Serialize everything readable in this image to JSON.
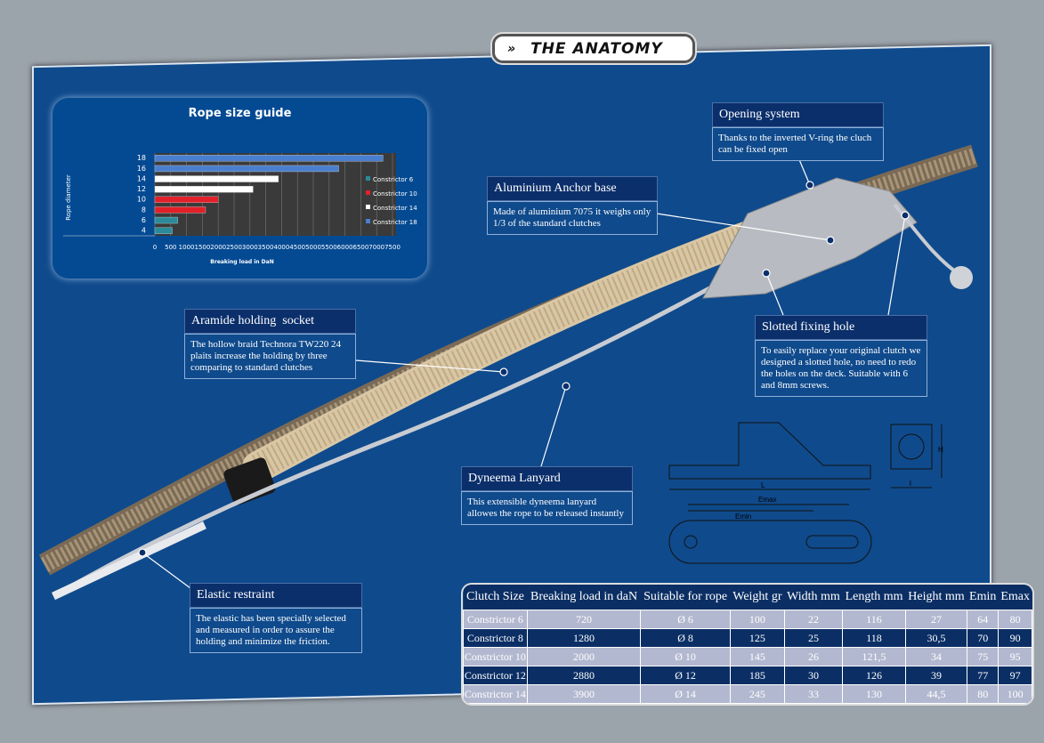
{
  "title": "THE ANATOMY",
  "title_icon": "double-chevron-right",
  "chart_data": {
    "type": "bar",
    "orientation": "horizontal",
    "title": "Rope size guide",
    "xlabel": "Breaking load in DaN",
    "ylabel": "Rope diameter",
    "categories": [
      "4",
      "6",
      "8",
      "10",
      "12",
      "14",
      "16",
      "18"
    ],
    "values": [
      550,
      720,
      1600,
      2000,
      3100,
      3900,
      5800,
      7200
    ],
    "series_by_category": [
      "Constrictor 6",
      "Constrictor 6",
      "Constrictor 10",
      "Constrictor 10",
      "Constrictor 14",
      "Constrictor 14",
      "Constrictor 18",
      "Constrictor 18"
    ],
    "legend": [
      {
        "name": "Constrictor 6",
        "color": "#2a8a9a"
      },
      {
        "name": "Constrictor 10",
        "color": "#e3202a"
      },
      {
        "name": "Constrictor 14",
        "color": "#ffffff"
      },
      {
        "name": "Constrictor 18",
        "color": "#4a7fcf"
      }
    ],
    "xticks": [
      "0",
      "500",
      "1000",
      "1500",
      "2000",
      "2500",
      "3000",
      "3500",
      "4000",
      "4500",
      "5000",
      "5500",
      "6000",
      "6500",
      "7000",
      "7500"
    ],
    "xlim": [
      0,
      7500
    ],
    "grid": true,
    "legend_position": "right"
  },
  "callouts": {
    "opening": {
      "title": "Opening system",
      "text": "Thanks to the inverted V-ring the cluch can be fixed open"
    },
    "anchor": {
      "title": "Aluminium Anchor base",
      "text": "Made of aluminium 7075 it weighs only 1/3 of the standard clutches"
    },
    "aramide": {
      "title": "Aramide holding  socket",
      "text": "The hollow braid Technora TW220 24 plaits increase the holding by three comparing to standard clutches"
    },
    "slotted": {
      "title": "Slotted fixing hole",
      "text": "To easily replace your original clutch we designed a slotted hole, no need to redo the holes on the deck. Suitable with 6 and 8mm screws."
    },
    "dyneema": {
      "title": "Dyneema Lanyard",
      "text": "This extensible dyneema lanyard allowes the rope to be released instantly"
    },
    "elastic": {
      "title": "Elastic restraint",
      "text": "The elastic has been specially selected and measured in order to assure the holding and minimize the friction."
    }
  },
  "drawing": {
    "L": "L",
    "Emax": "Emax",
    "Emin": "Emin",
    "H": "H",
    "l": "l"
  },
  "table": {
    "headers": [
      "Clutch Size",
      "Breaking load in daN",
      "Suitable for rope",
      "Weight gr",
      "Width mm",
      "Length mm",
      "Height mm",
      "Emin",
      "Emax"
    ],
    "rows": [
      [
        "Constrictor 6",
        "720",
        "Ø 6",
        "100",
        "22",
        "116",
        "27",
        "64",
        "80"
      ],
      [
        "Constrictor 8",
        "1280",
        "Ø 8",
        "125",
        "25",
        "118",
        "30,5",
        "70",
        "90"
      ],
      [
        "Constrictor 10",
        "2000",
        "Ø 10",
        "145",
        "26",
        "121,5",
        "34",
        "75",
        "95"
      ],
      [
        "Constrictor 12",
        "2880",
        "Ø 12",
        "185",
        "30",
        "126",
        "39",
        "77",
        "97"
      ],
      [
        "Constrictor 14",
        "3900",
        "Ø 14",
        "245",
        "33",
        "130",
        "44,5",
        "80",
        "100"
      ]
    ]
  }
}
